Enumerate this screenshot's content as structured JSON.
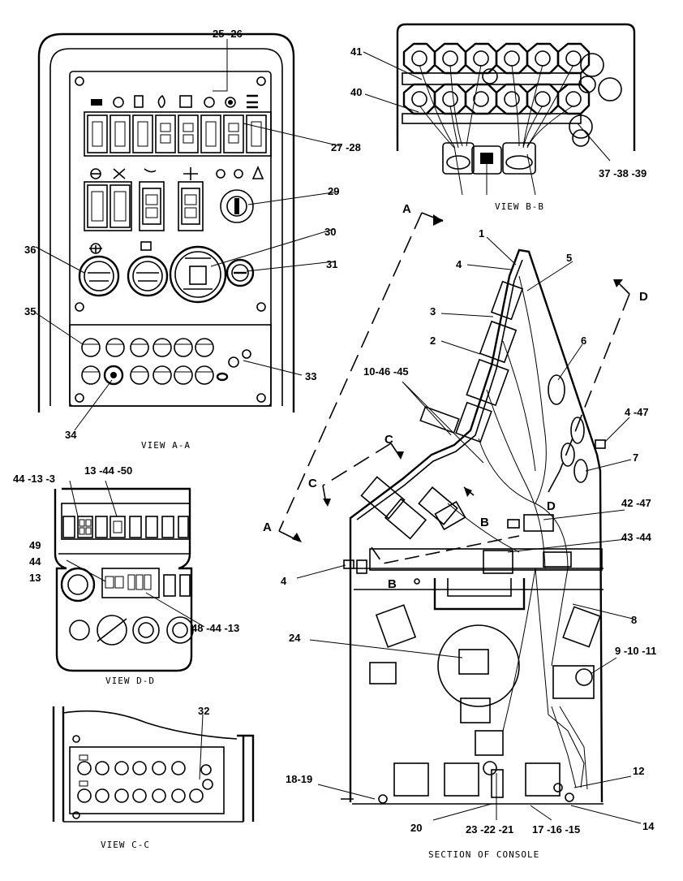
{
  "views": {
    "aa": {
      "caption": "VIEW A-A"
    },
    "bb": {
      "caption": "VIEW B-B"
    },
    "cc": {
      "caption": "VIEW C-C"
    },
    "dd": {
      "caption": "VIEW D-D"
    },
    "console": {
      "caption": "SECTION OF CONSOLE"
    }
  },
  "callouts": {
    "aa": [
      "25 -26",
      "27 -28",
      "29",
      "30",
      "31",
      "36",
      "35",
      "33",
      "34"
    ],
    "bb": [
      "41",
      "40",
      "37 -38 -39"
    ],
    "dd": [
      "44 -13 -3",
      "13 -44 -50",
      "49",
      "44",
      "13",
      "48 -44 -13"
    ],
    "cc": [
      "32"
    ],
    "console": [
      "1",
      "4",
      "5",
      "3",
      "2",
      "6",
      "10-46 -45",
      "4 -47",
      "7",
      "42 -47",
      "43 -44",
      "4",
      "8",
      "24",
      "9 -10 -11",
      "12",
      "18-19",
      "20",
      "23 -22 -21",
      "17 -16 -15",
      "14"
    ]
  },
  "section_letters": [
    "A",
    "A",
    "C",
    "C",
    "B",
    "B",
    "D",
    "D"
  ]
}
